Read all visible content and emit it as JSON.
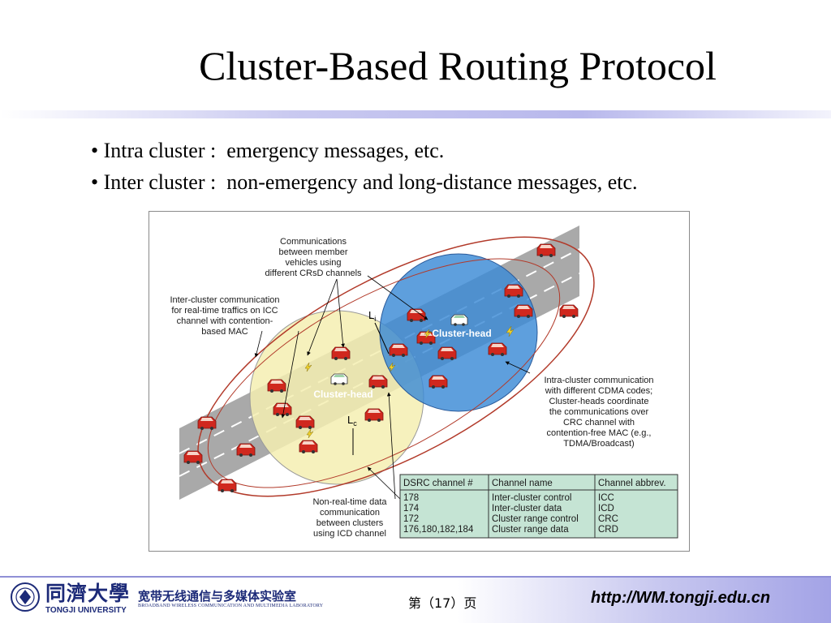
{
  "slide": {
    "title": "Cluster-Based Routing Protocol",
    "bullets": [
      {
        "marker": "•",
        "term": "Intra cluster :",
        "desc": "emergency messages, etc."
      },
      {
        "marker": "•",
        "term": "Inter cluster :",
        "desc": "non-emergency and long-distance messages, etc."
      }
    ]
  },
  "figure": {
    "labels": {
      "member_comm": [
        "Communications",
        "between member",
        "vehicles using",
        "different CRsD channels"
      ],
      "inter_cluster_icc": [
        "Inter-cluster communication",
        "for real-time traffics on ICC",
        "channel with contention-",
        "based MAC"
      ],
      "intra_cluster": [
        "Intra-cluster communication",
        "with different CDMA codes;",
        "Cluster-heads coordinate",
        "the communications over",
        "CRC channel with",
        "contention-free MAC (e.g.,",
        "TDMA/Broadcast)"
      ],
      "non_realtime": [
        "Non-real-time data",
        "communication",
        "between clusters",
        "using ICD channel"
      ],
      "cluster_head_left": "Cluster-head",
      "cluster_head_right": "Cluster-head",
      "l_i": "L",
      "l_i_sub": "i",
      "l_c": "L",
      "l_c_sub": "c"
    },
    "table": {
      "headers": [
        "DSRC channel #",
        "Channel name",
        "Channel abbrev."
      ],
      "rows": [
        [
          "178",
          "Inter-cluster control",
          "ICC"
        ],
        [
          "174",
          "Inter-cluster data",
          "ICD"
        ],
        [
          "172",
          "Cluster range control",
          "CRC"
        ],
        [
          "176,180,182,184",
          "Cluster range data",
          "CRD"
        ]
      ]
    },
    "colors": {
      "road": "#a9a9a9",
      "left_cluster": "#f5efb2",
      "right_cluster": "#3a8ad6",
      "ellipse": "#b23a2a",
      "car": "#d0281e",
      "table_bg": "#c5e4d4",
      "lightning": "#f0d22a"
    }
  },
  "footer": {
    "university_cn": "同濟大學",
    "university_en": "TONGJI UNIVERSITY",
    "lab_cn": "宽带无线通信与多媒体实验室",
    "lab_en": "BROADBAND WIRELESS COMMUNICATION AND MULTIMEDIA LABORATORY",
    "page": "第（17）页",
    "url": "http://WM.tongji.edu.cn"
  }
}
